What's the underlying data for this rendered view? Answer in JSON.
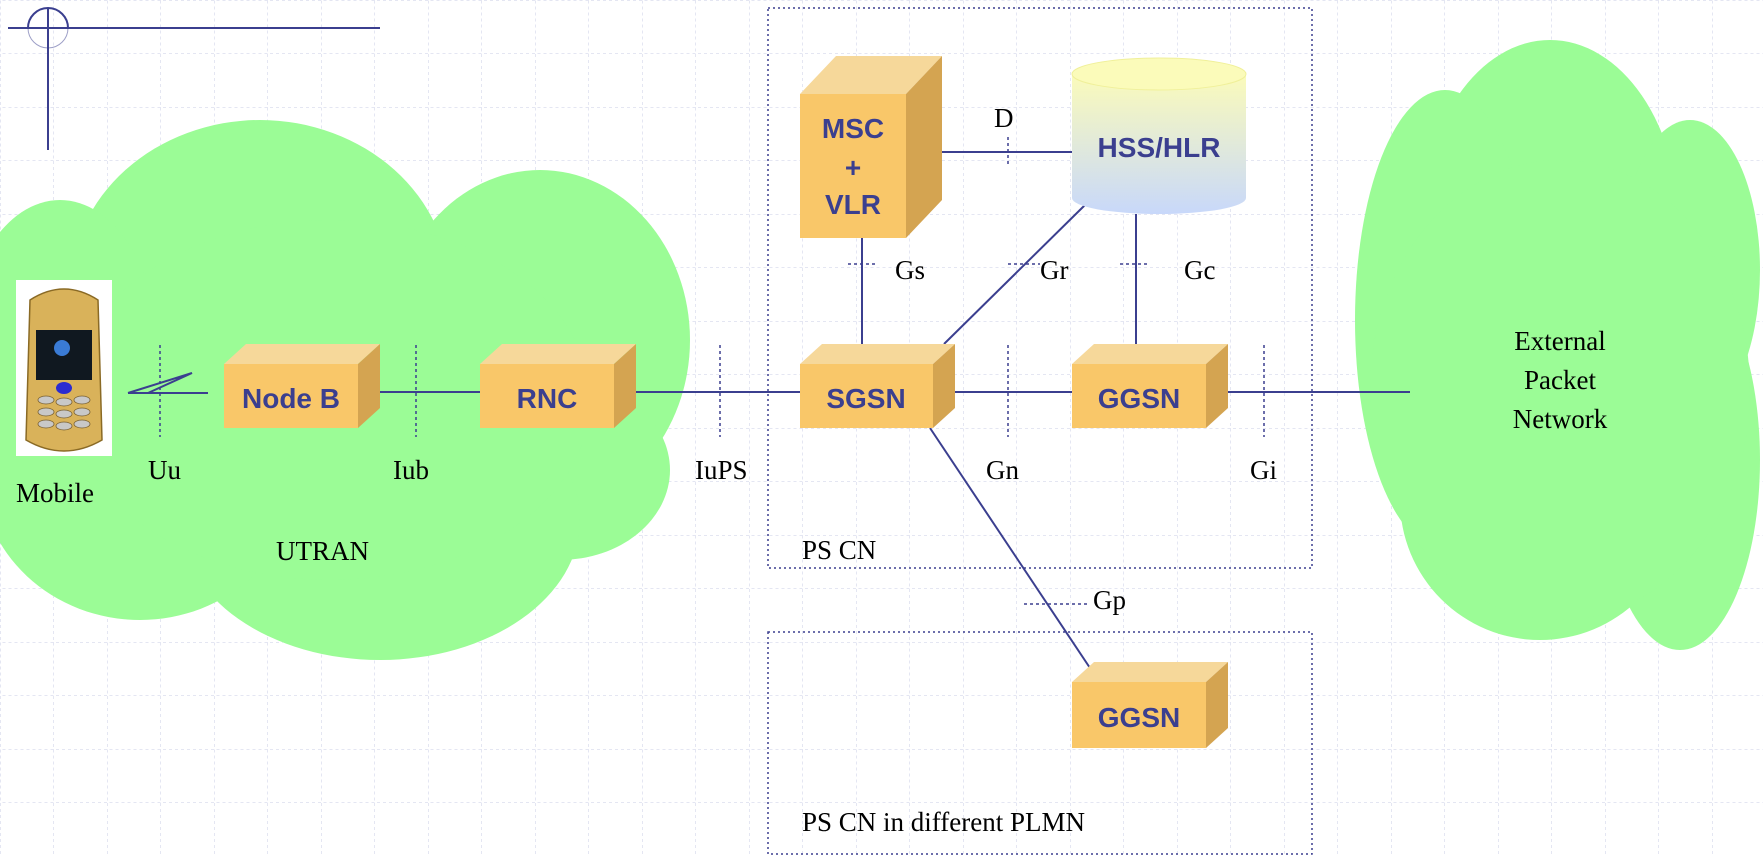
{
  "colors": {
    "cloud": "#9bfc96",
    "box_front": "#f9c769",
    "box_top": "#f6d89a",
    "box_side": "#d4a451",
    "box_label": "#3b3f8f",
    "link": "#3b3f8f",
    "grid": "#c8cde6",
    "db_top": "#fbfbba",
    "db_bottom": "#c8d8fa"
  },
  "nodes": {
    "mobile_label": "Mobile",
    "node_b": "Node B",
    "rnc": "RNC",
    "sgsn": "SGSN",
    "ggsn": "GGSN",
    "ggsn_remote": "GGSN",
    "msc_line1": "MSC",
    "msc_line2": "+",
    "msc_line3": "VLR",
    "hss": "HSS/HLR"
  },
  "interfaces": {
    "uu": "Uu",
    "iub": "Iub",
    "iups": "IuPS",
    "gn": "Gn",
    "gi": "Gi",
    "gs": "Gs",
    "gr": "Gr",
    "gc": "Gc",
    "d": "D",
    "gp": "Gp"
  },
  "regions": {
    "utran": "UTRAN",
    "ps_cn": "PS CN",
    "ps_cn_other": "PS CN in different PLMN",
    "external_line1": "External",
    "external_line2": "Packet",
    "external_line3": "Network"
  }
}
